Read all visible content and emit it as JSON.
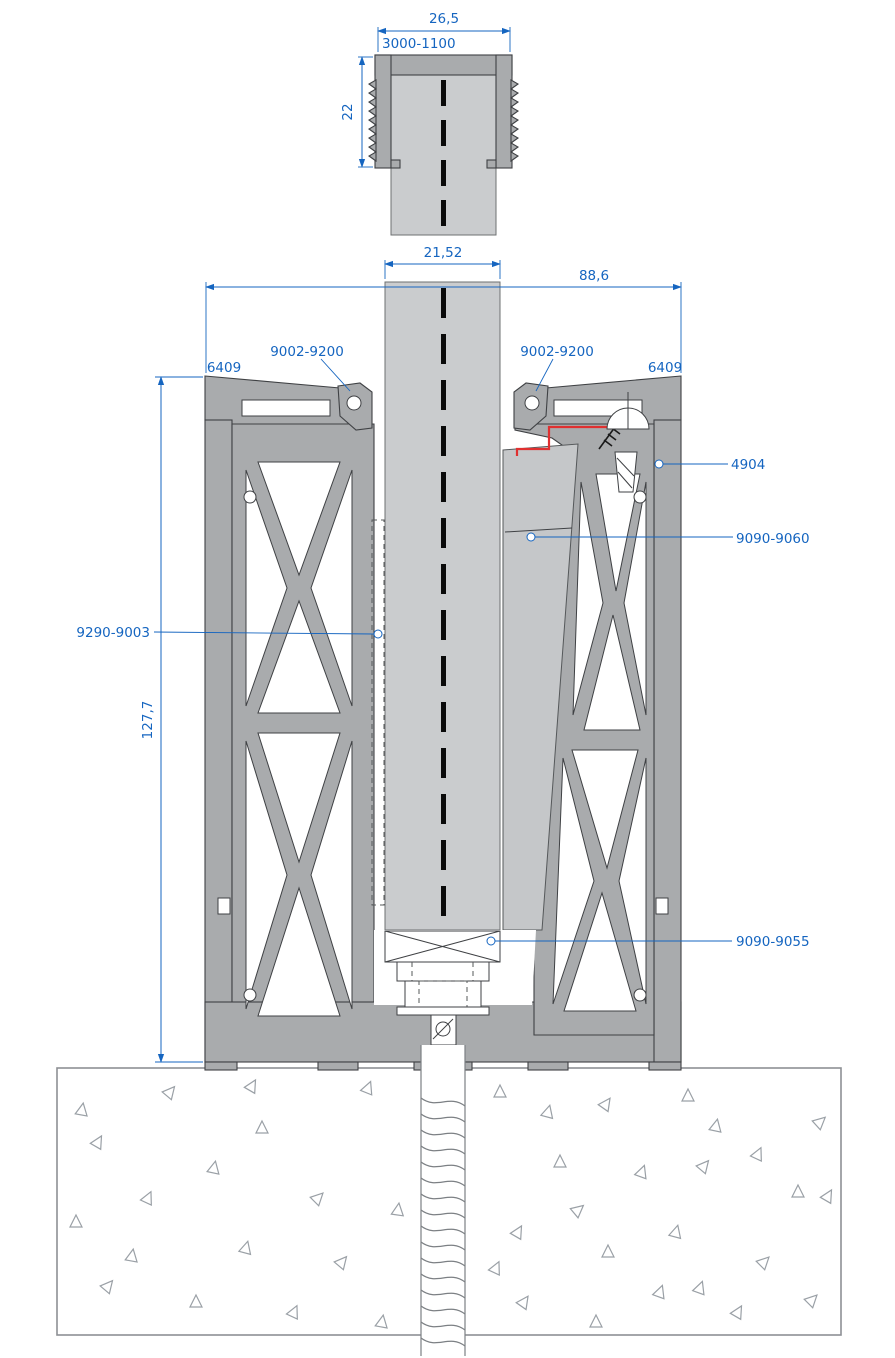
{
  "drawing": {
    "colors": {
      "dimension_blue": "#1565c0",
      "profile_gray": "#a9abad",
      "glass_gray": "#caccce",
      "seal_red": "#e03030",
      "concrete_gray": "#8d9094"
    },
    "dimensions": {
      "cap_width_mm": "26,5",
      "cap_height_mm": "22",
      "glass_thickness_mm": "21,52",
      "base_width_mm": "88,6",
      "base_height_mm": "127,7"
    },
    "part_labels": {
      "handrail_cap": "3000-1100",
      "gasket_left": "9002-9200",
      "gasket_right": "9002-9200",
      "base_profile_left": "6409",
      "base_profile_right": "6409",
      "locking_wedge": "4904",
      "clamping_wedge": "9090-9060",
      "inner_gasket": "9290-9003",
      "support_block": "9090-9055"
    }
  }
}
